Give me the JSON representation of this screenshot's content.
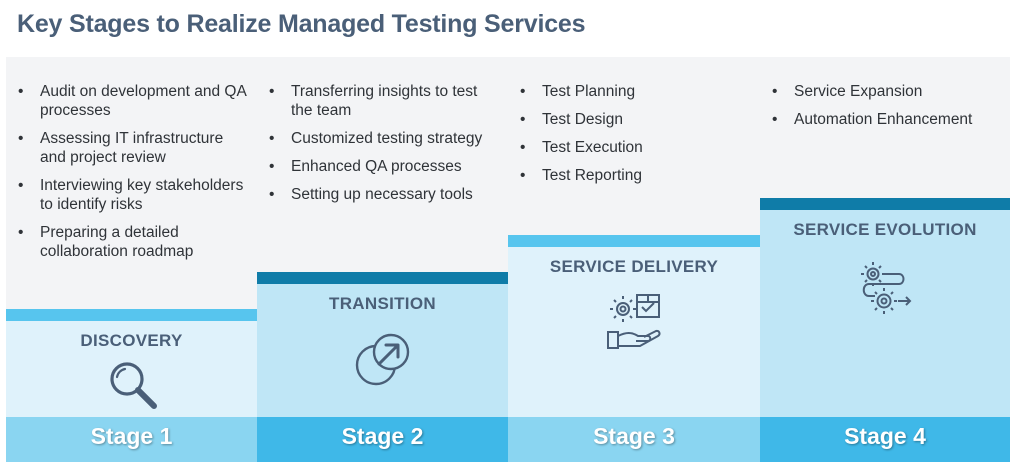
{
  "title": "Key Stages to Realize Managed Testing Services",
  "colors": {
    "light_fill": "#dff2fb",
    "mid_fill": "#bfe6f6",
    "strip_light": "#57c5ee",
    "strip_dark": "#0f7ca8",
    "footer_light": "#8ad5f1",
    "footer_dark": "#3fb8e8",
    "heading": "#4a5f78"
  },
  "stages": [
    {
      "name": "DISCOVERY",
      "footer": "Stage 1",
      "icon": "magnifier-icon",
      "bullets": [
        "Audit on development and QA processes",
        "Assessing IT infrastructure and project review",
        "Interviewing key stakeholders to identify risks",
        "Preparing a detailed collaboration roadmap"
      ]
    },
    {
      "name": "TRANSITION",
      "footer": "Stage 2",
      "icon": "transition-arrow-icon",
      "bullets": [
        "Transferring insights to test the team",
        "Customized testing strategy",
        "Enhanced QA processes",
        "Setting up necessary tools"
      ]
    },
    {
      "name": "SERVICE DELIVERY",
      "footer": "Stage 3",
      "icon": "service-delivery-icon",
      "bullets": [
        "Test Planning",
        "Test Design",
        "Test Execution",
        "Test Reporting"
      ]
    },
    {
      "name": "SERVICE EVOLUTION",
      "footer": "Stage 4",
      "icon": "gears-process-icon",
      "bullets": [
        "Service Expansion",
        "Automation Enhancement"
      ]
    }
  ]
}
